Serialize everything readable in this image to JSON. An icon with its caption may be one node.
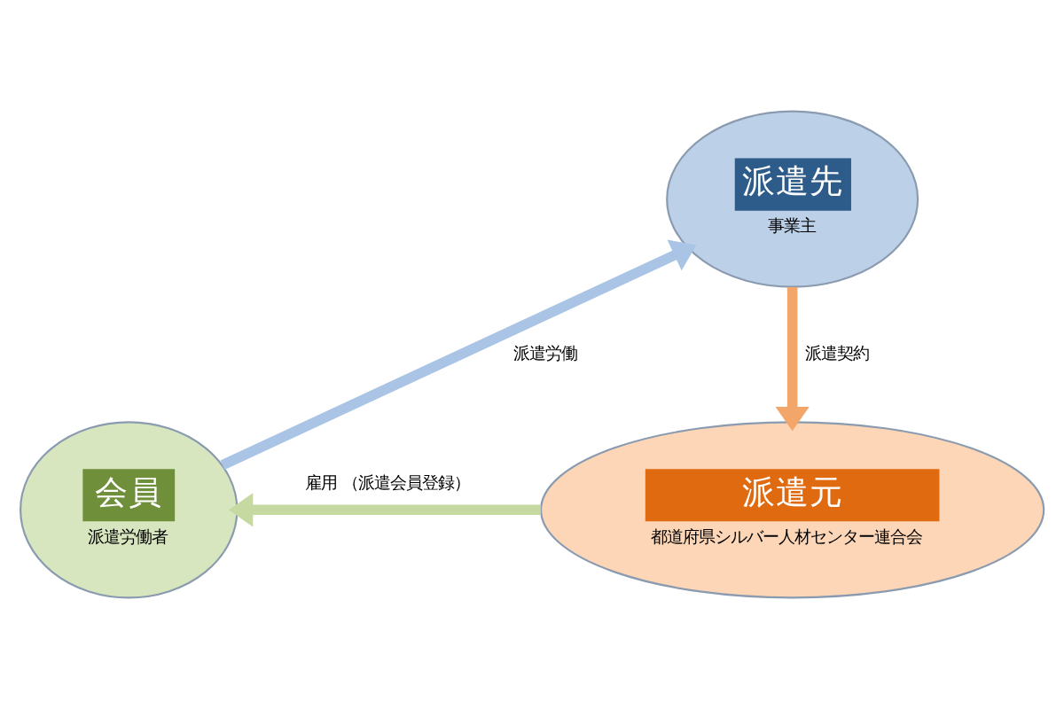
{
  "diagram": {
    "nodes": [
      {
        "text": [
          "派遣先",
          "事業主"
        ]
      },
      {
        "text": [
          "会員",
          "派遣労働者"
        ]
      },
      {
        "text": [
          "派遣元",
          "都道府県シルバー人材センター連合会"
        ]
      }
    ],
    "edges": [
      {
        "from": 1,
        "to": 0,
        "arrow": "to",
        "label": "派遣労働",
        "color": "#a9c4e4"
      },
      {
        "from": 0,
        "to": 2,
        "arrow": "to",
        "label": "派遣契約",
        "color": "#f2a66a"
      },
      {
        "from": 2,
        "to": 1,
        "arrow": "to",
        "label": "雇用 （派遣会員登録）",
        "color": "#c6d9a0"
      }
    ]
  }
}
